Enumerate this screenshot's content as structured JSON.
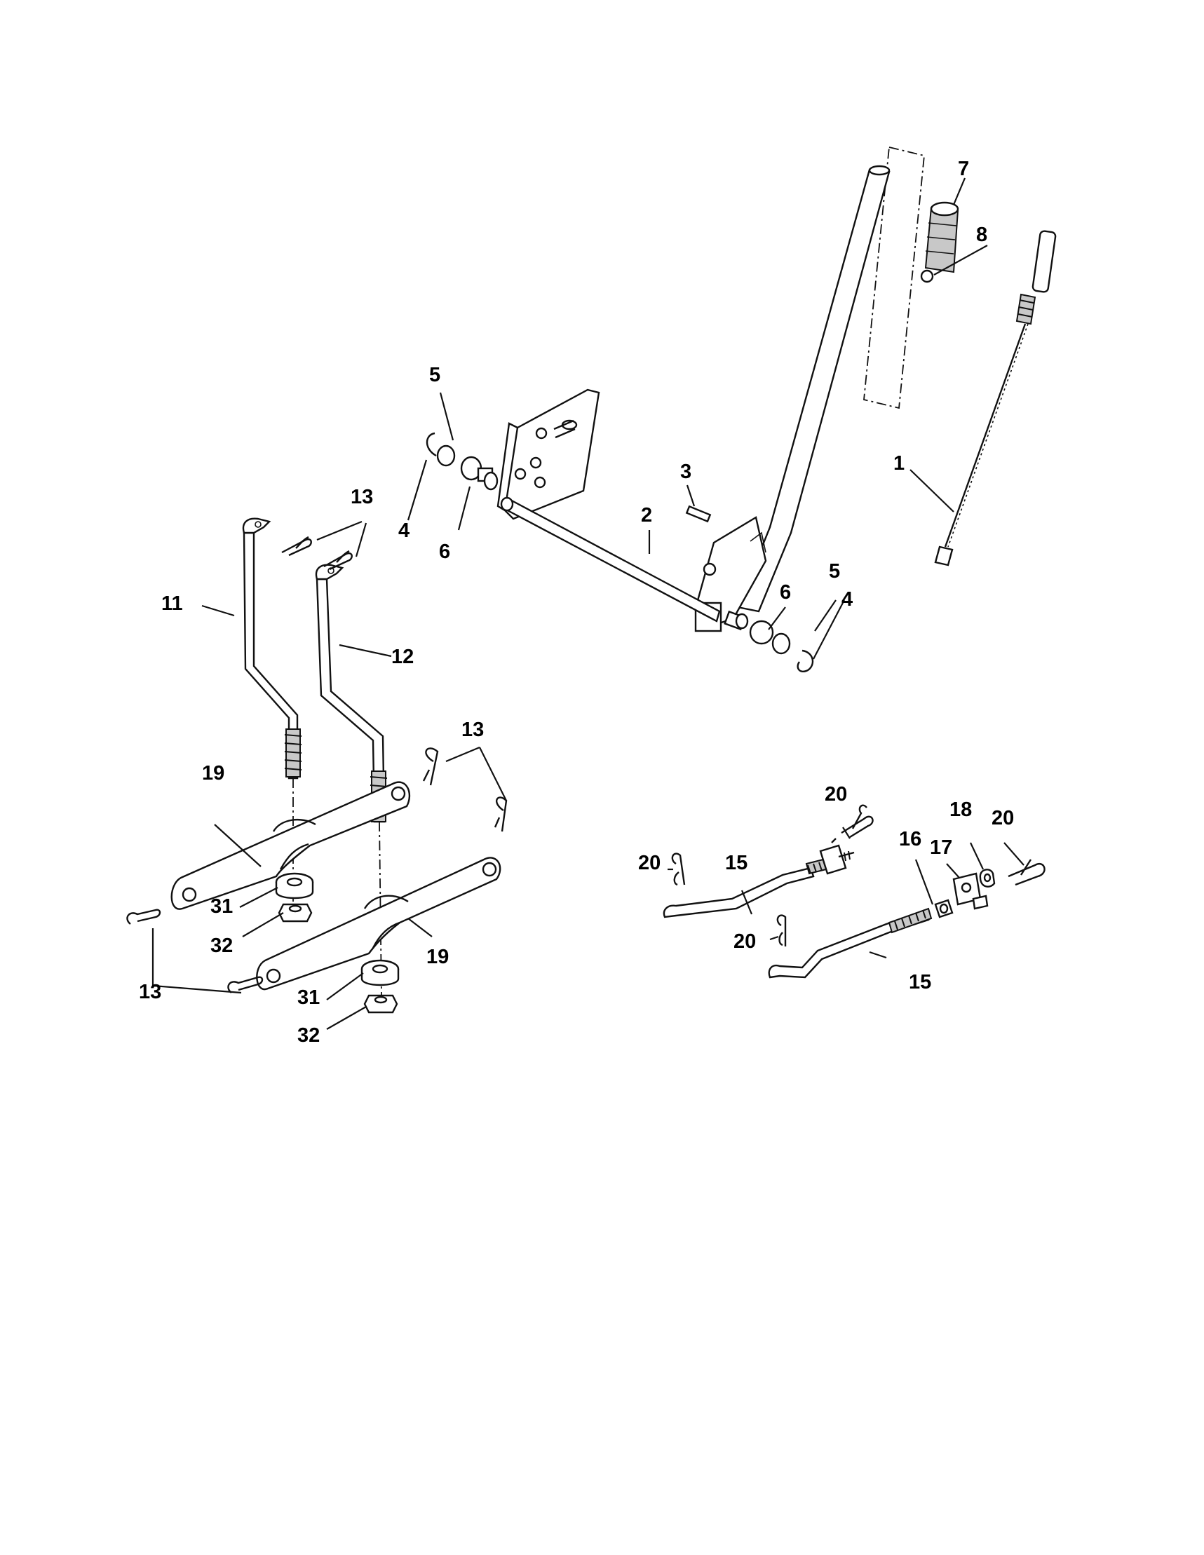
{
  "callouts": {
    "c1": "1",
    "c2": "2",
    "c3": "3",
    "c4a": "4",
    "c4b": "4",
    "c5a": "5",
    "c5b": "5",
    "c6a": "6",
    "c6b": "6",
    "c7": "7",
    "c8": "8",
    "c11": "11",
    "c12": "12",
    "c13a": "13",
    "c13b": "13",
    "c13c": "13",
    "c15a": "15",
    "c15b": "15",
    "c16": "16",
    "c17": "17",
    "c18": "18",
    "c19a": "19",
    "c19b": "19",
    "c20a": "20",
    "c20b": "20",
    "c20c": "20",
    "c20d": "20",
    "c31a": "31",
    "c31b": "31",
    "c32a": "32",
    "c32b": "32"
  }
}
